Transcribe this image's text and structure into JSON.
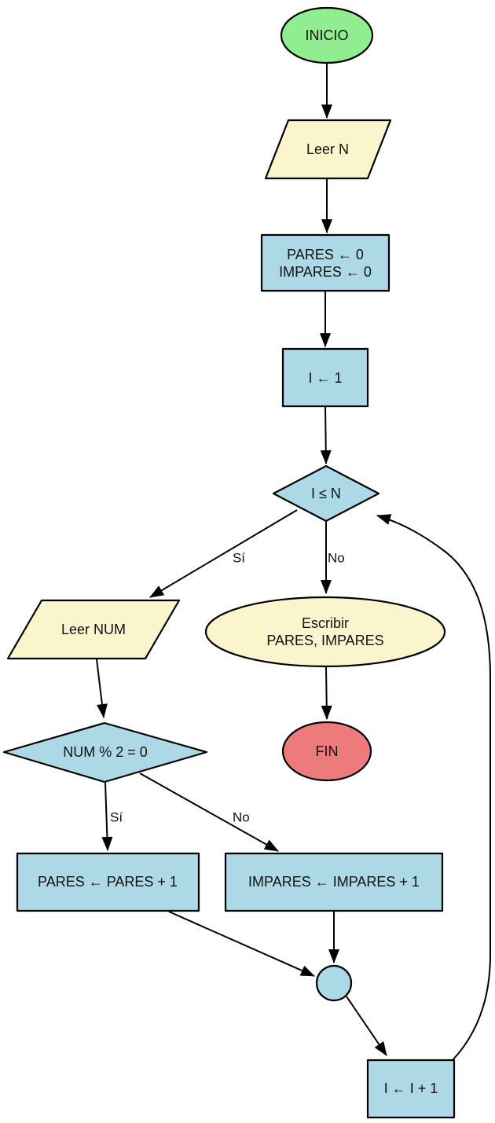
{
  "diagram": {
    "background": "#ffffff",
    "stroke_color": "#000000",
    "nodes": {
      "inicio": {
        "type": "terminator-start",
        "label": "INICIO",
        "fill": "#90EE90"
      },
      "leer_n": {
        "type": "io",
        "label": "Leer N",
        "fill": "#FBF5CD"
      },
      "init_vars": {
        "type": "process",
        "line1": "PARES ← 0",
        "line2": "IMPARES ← 0",
        "fill": "#ADD8E6"
      },
      "init_i": {
        "type": "process",
        "label": "I ← 1",
        "fill": "#ADD8E6"
      },
      "cond_i_n": {
        "type": "decision",
        "label": "I ≤ N",
        "fill": "#ADD8E6"
      },
      "leer_num": {
        "type": "io",
        "label": "Leer NUM",
        "fill": "#FBF5CD"
      },
      "escribir": {
        "type": "output",
        "line1": "Escribir",
        "line2": "PARES, IMPARES",
        "fill": "#FBF5CD"
      },
      "fin": {
        "type": "terminator-end",
        "label": "FIN",
        "fill": "#EE7B7B"
      },
      "cond_mod": {
        "type": "decision",
        "label": "NUM % 2 = 0",
        "fill": "#ADD8E6"
      },
      "inc_pares": {
        "type": "process",
        "label": "PARES ← PARES + 1",
        "fill": "#ADD8E6"
      },
      "inc_impares": {
        "type": "process",
        "label": "IMPARES ← IMPARES + 1",
        "fill": "#ADD8E6"
      },
      "junction": {
        "type": "connector",
        "fill": "#ADD8E6"
      },
      "inc_i": {
        "type": "process",
        "label": "I ← I + 1",
        "fill": "#ADD8E6"
      }
    },
    "edge_labels": {
      "cond_yes": "Sí",
      "cond_no": "No",
      "mod_yes": "Sí",
      "mod_no": "No"
    }
  }
}
